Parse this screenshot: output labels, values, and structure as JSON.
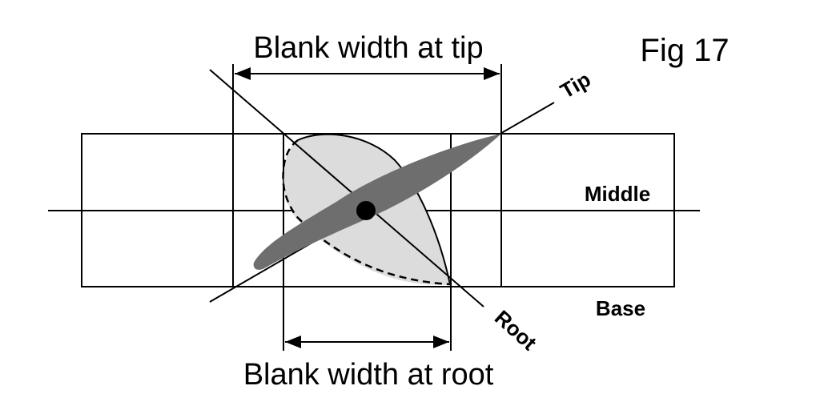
{
  "figure": {
    "label": "Fig 17"
  },
  "dimensions": {
    "tip_width": "Blank width at tip",
    "root_width": "Blank width at root"
  },
  "lines": {
    "tip": "Tip",
    "root": "Root"
  },
  "levels": {
    "middle": "Middle",
    "base": "Base"
  },
  "colors": {
    "stroke": "#000000",
    "teardrop_fill": "#dcdcdc",
    "blade_fill": "#6e6e6e",
    "hub": "#000000"
  }
}
